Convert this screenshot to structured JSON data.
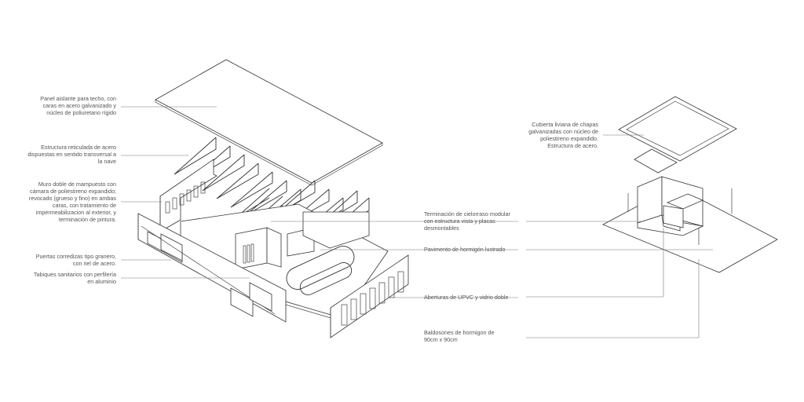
{
  "labels_left": [
    {
      "id": "roof-panel",
      "text": "Panel aislante para techo, con\ncaras en acero galvanizado y\nnúcleo de poliuretano rígido"
    },
    {
      "id": "steel-truss",
      "text": "Estructura reticulada de acero\ndispuestas en sentido transversal a\nla nave"
    },
    {
      "id": "double-wall",
      "text": "Muro doble de mampuesto con\ncámara de poliestireno expandido;\nrevocado (grueso y fino) en ambas\ncaras, con tratamiento de\nimpermeabilizacion al exterior, y\nterminación de pintura."
    },
    {
      "id": "sliding-doors",
      "text": "Puertas corredizas tipo granero,\ncon riel de acero."
    },
    {
      "id": "sanitary-partitions",
      "text": "Tabiques sanitarios con perfilería\nen aluminio"
    }
  ],
  "labels_right": [
    {
      "id": "ceiling",
      "text": "Terminación de cielorraso modular\ncon estructura vista y placas\ndesmontables"
    },
    {
      "id": "floor",
      "text": "Pavimento de hormigón lustrado"
    },
    {
      "id": "openings",
      "text": "Aberturas de UPVC y vidrio doble"
    },
    {
      "id": "tiles",
      "text": "Baldosones de hormigon de\n90cm x 90cm"
    },
    {
      "id": "light-roof",
      "text": "Cubierta liviana de chapas\ngalvanizadas con núcleo de\npoliestireno expandido.\nEstructura de acero."
    }
  ]
}
